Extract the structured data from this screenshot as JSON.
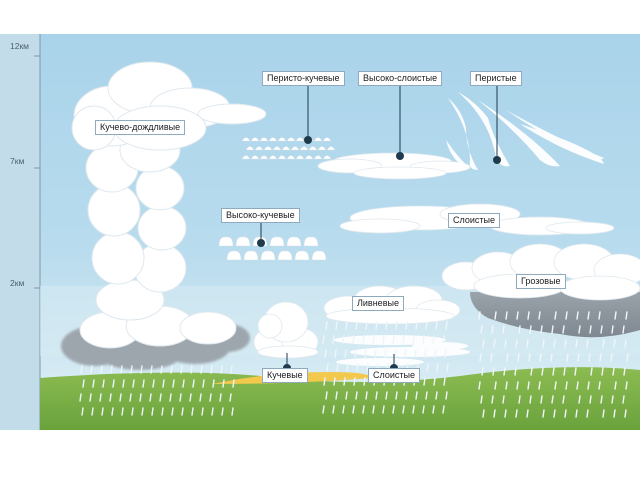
{
  "altitudes": {
    "a12": "12км",
    "a7": "7км",
    "a2": "2км"
  },
  "clouds": {
    "cumulonimbus": "Кучево-дождливые",
    "cirrocumulus": "Перисто-кучевые",
    "altostratus": "Высоко-слоистые",
    "cirrus": "Перистые",
    "altocumulus": "Высоко-кучевые",
    "stratus_high": "Слоистые",
    "thunder": "Грозовые",
    "shower": "Ливневые",
    "cumulus": "Кучевые",
    "stratus_low": "Слоистые"
  },
  "colors": {
    "sky_top": "#a9d3ea",
    "sky_bottom": "#dbeef6",
    "grass": "#7fb24a",
    "cloud": "#ffffff",
    "storm_cloud": "#8c959c",
    "marker": "#1f3a4d"
  }
}
